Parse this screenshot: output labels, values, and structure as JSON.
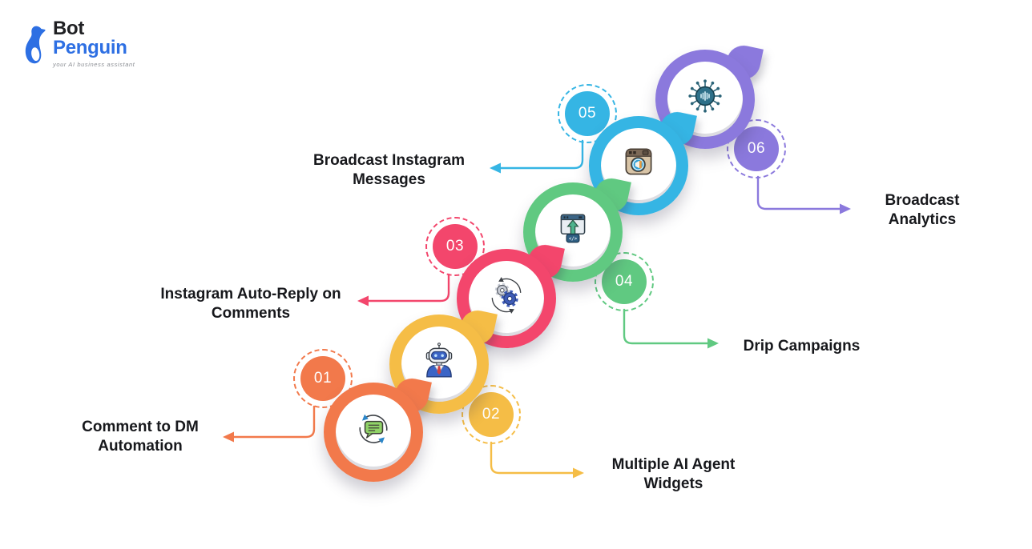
{
  "logo": {
    "bot": "Bot",
    "penguin": "Penguin",
    "tagline": "your AI business assistant",
    "brand_blue": "#2D6FE3",
    "brand_dark": "#1F2023"
  },
  "steps": [
    {
      "num": "01",
      "label": "Comment to DM Automation",
      "color": "#F2794B",
      "icon": "comment-sync-icon",
      "arrow_direction": "left"
    },
    {
      "num": "02",
      "label": "Multiple AI Agent Widgets",
      "color": "#F5BD46",
      "icon": "robot-agent-icon",
      "arrow_direction": "right"
    },
    {
      "num": "03",
      "label": "Instagram Auto-Reply on Comments",
      "color": "#F3466C",
      "icon": "gears-automation-icon",
      "arrow_direction": "left"
    },
    {
      "num": "04",
      "label": "Drip Campaigns",
      "color": "#60C981",
      "icon": "publish-window-icon",
      "arrow_direction": "right"
    },
    {
      "num": "05",
      "label": "Broadcast Instagram Messages",
      "color": "#35B5E4",
      "icon": "instagram-megaphone-icon",
      "arrow_direction": "left"
    },
    {
      "num": "06",
      "label": "Broadcast Analytics",
      "color": "#8B79DD",
      "icon": "analytics-network-icon",
      "arrow_direction": "right"
    }
  ],
  "canvas": {
    "background": "#FFFFFF",
    "text_color": "#17181C"
  }
}
